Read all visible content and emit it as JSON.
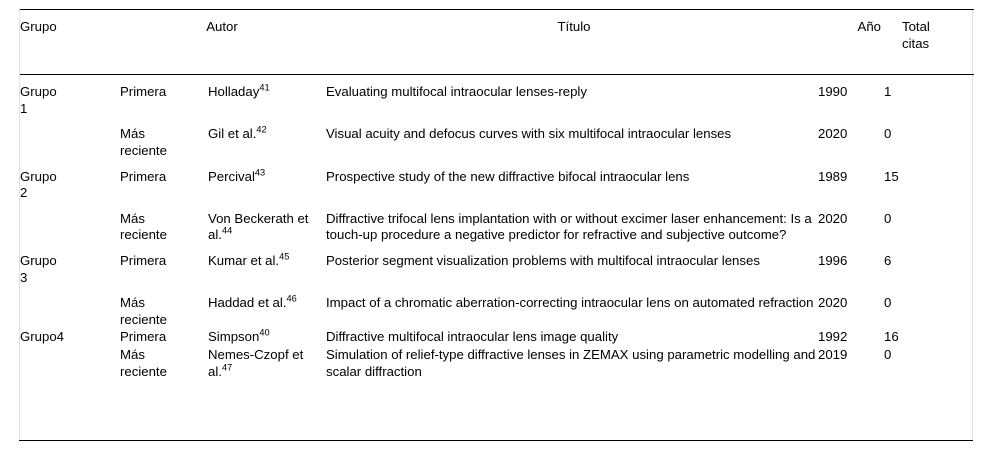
{
  "table": {
    "caption_present": false,
    "columns": [
      {
        "key": "grupo",
        "label": "Grupo"
      },
      {
        "key": "tipo",
        "label": ""
      },
      {
        "key": "autor",
        "label": "Autor"
      },
      {
        "key": "titulo",
        "label": "Título"
      },
      {
        "key": "anio",
        "label": "Año"
      },
      {
        "key": "citas",
        "label": "Total citas"
      }
    ],
    "headers": {
      "grupo": "Grupo",
      "autor": "Autor",
      "titulo": "Título",
      "anio": "Año",
      "citas_line1": "Total",
      "citas_line2": "citas"
    },
    "rows": [
      {
        "grupo_line1": "Grupo",
        "grupo_line2": "1",
        "tipo_line1": "Primera",
        "tipo_line2": "",
        "autor": "Holladay",
        "autor_ref": "41",
        "titulo": "Evaluating multifocal intraocular lenses-reply",
        "anio": "1990",
        "citas": "1"
      },
      {
        "grupo_line1": "",
        "grupo_line2": "",
        "tipo_line1": "Más",
        "tipo_line2": "reciente",
        "autor": "Gil et al.",
        "autor_ref": "42",
        "titulo": "Visual acuity and defocus curves with six multifocal intraocular lenses",
        "anio": "2020",
        "citas": "0"
      },
      {
        "grupo_line1": "Grupo",
        "grupo_line2": "2",
        "tipo_line1": "Primera",
        "tipo_line2": "",
        "autor": "Percival",
        "autor_ref": "43",
        "titulo": "Prospective study of the new diffractive bifocal intraocular lens",
        "anio": "1989",
        "citas": "15"
      },
      {
        "grupo_line1": "",
        "grupo_line2": "",
        "tipo_line1": "Más",
        "tipo_line2": "reciente",
        "autor": "Von Beckerath et al.",
        "autor_ref": "44",
        "titulo": "Diffractive trifocal lens implantation with or without excimer laser enhancement: Is a touch-up procedure a negative predictor for refractive and subjective outcome?",
        "anio": "2020",
        "citas": "0"
      },
      {
        "grupo_line1": "Grupo",
        "grupo_line2": "3",
        "tipo_line1": "Primera",
        "tipo_line2": "",
        "autor": "Kumar et al.",
        "autor_ref": "45",
        "titulo": "Posterior segment visualization problems with multifocal intraocular lenses",
        "anio": "1996",
        "citas": "6"
      },
      {
        "grupo_line1": "",
        "grupo_line2": "",
        "tipo_line1": "Más",
        "tipo_line2": "reciente",
        "autor": "Haddad et al.",
        "autor_ref": "46",
        "titulo": "Impact of a chromatic aberration-correcting intraocular lens on automated refraction",
        "anio": "2020",
        "citas": "0"
      },
      {
        "grupo_line1": "Grupo4",
        "grupo_line2": "",
        "tipo_line1": "Primera",
        "tipo_line2": "",
        "autor": "Simpson",
        "autor_ref": "40",
        "titulo": "Diffractive multifocal intraocular lens image quality",
        "anio": "1992",
        "citas": "16"
      },
      {
        "grupo_line1": "",
        "grupo_line2": "",
        "tipo_line1": "Más",
        "tipo_line2": "reciente",
        "autor": "Nemes-Czopf et al.",
        "autor_ref": "47",
        "titulo": "Simulation of relief-type diffractive lenses in ZEMAX using parametric modelling and scalar diffraction",
        "anio": "2019",
        "citas": "0"
      }
    ]
  },
  "colors": {
    "text": "#000000",
    "rule": "#000000",
    "side_border": "#e2e2e2",
    "background": "#ffffff"
  }
}
